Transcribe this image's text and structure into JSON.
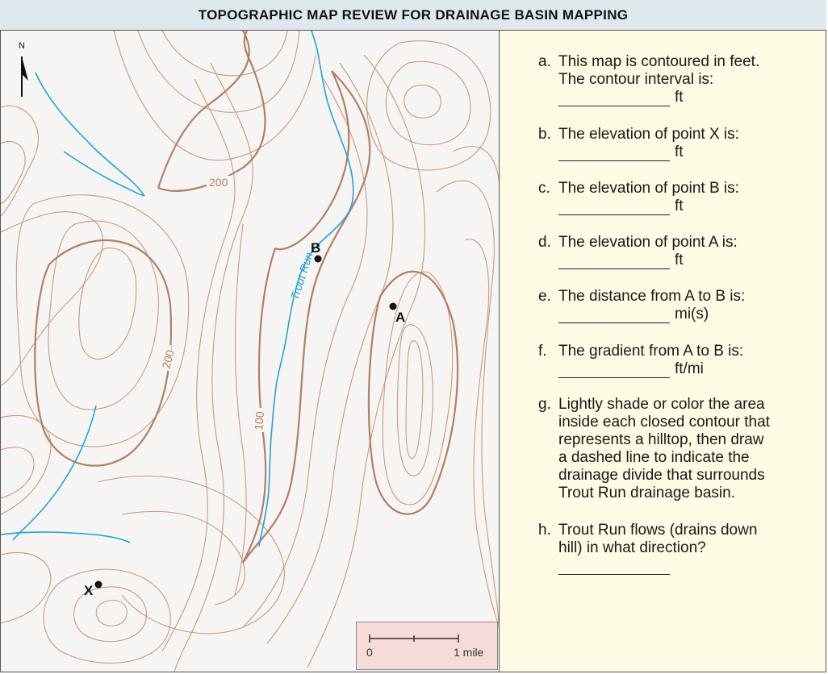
{
  "title": "TOPOGRAPHIC MAP REVIEW FOR DRAINAGE BASIN MAPPING",
  "map": {
    "north_label": "N",
    "river_name": "Trout Run",
    "contour_labels": [
      "200",
      "200",
      "100"
    ],
    "points": {
      "a": "A",
      "b": "B",
      "x": "X"
    },
    "scale": {
      "start_label": "0",
      "end_label": "1 mile"
    },
    "colors": {
      "contour": "#c49a82",
      "contour_index": "#b07f66",
      "river": "#23a2dc",
      "point": "#111111"
    }
  },
  "questions": [
    {
      "letter": "a.",
      "lines": [
        "This map is contoured in feet.",
        "The contour interval is:"
      ],
      "unit": "ft"
    },
    {
      "letter": "b.",
      "lines": [
        "The elevation of point X is:"
      ],
      "unit": "ft"
    },
    {
      "letter": "c.",
      "lines": [
        "The elevation of point B is:"
      ],
      "unit": "ft"
    },
    {
      "letter": "d.",
      "lines": [
        "The elevation of point A is:"
      ],
      "unit": "ft"
    },
    {
      "letter": "e.",
      "lines": [
        "The distance from A to B is:"
      ],
      "unit": "mi(s)"
    },
    {
      "letter": "f.",
      "lines": [
        "The gradient from A to B is:"
      ],
      "unit": "ft/mi"
    },
    {
      "letter": "g.",
      "lines": [
        "Lightly shade or color the area",
        "inside each closed contour that",
        "represents a hilltop, then draw",
        "a dashed line to indicate the",
        "drainage divide that surrounds",
        "Trout Run drainage basin."
      ],
      "unit": ""
    },
    {
      "letter": "h.",
      "lines": [
        "Trout Run flows (drains down",
        "hill) in what direction?"
      ],
      "unit": ""
    }
  ]
}
